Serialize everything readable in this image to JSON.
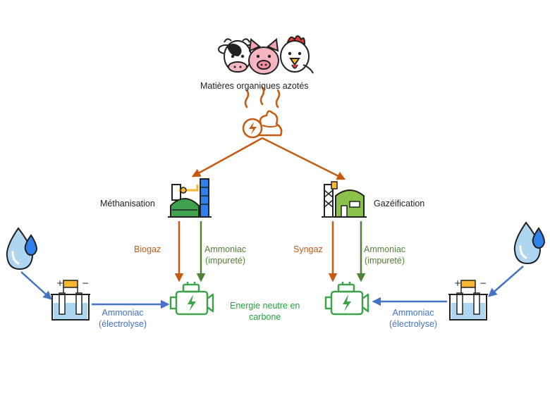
{
  "source": {
    "label": "Matières organiques azotés"
  },
  "processes": {
    "left": {
      "label": "Méthanisation"
    },
    "right": {
      "label": "Gazéification"
    }
  },
  "flows": {
    "biogaz": "Biogaz",
    "syngaz": "Syngaz",
    "ammoniac_impurete_line1": "Ammoniac",
    "ammoniac_impurete_line2": "(impureté)",
    "ammoniac_electrolyse_line1": "Ammoniac",
    "ammoniac_electrolyse_line2": "(électrolyse)"
  },
  "center_note": {
    "line1": "Energie neutre en",
    "line2": "carbone"
  },
  "colors": {
    "orange": "#C55A11",
    "green": "#538135",
    "blue": "#4472C4",
    "text_green": "#22A63A",
    "icon_green": "#3FA34D"
  },
  "icons": [
    "cow-icon",
    "pig-icon",
    "chicken-icon",
    "manure-icon",
    "biogas-plant-icon",
    "gasification-plant-icon",
    "water-drop-icon",
    "electrolysis-icon",
    "engine-icon"
  ]
}
